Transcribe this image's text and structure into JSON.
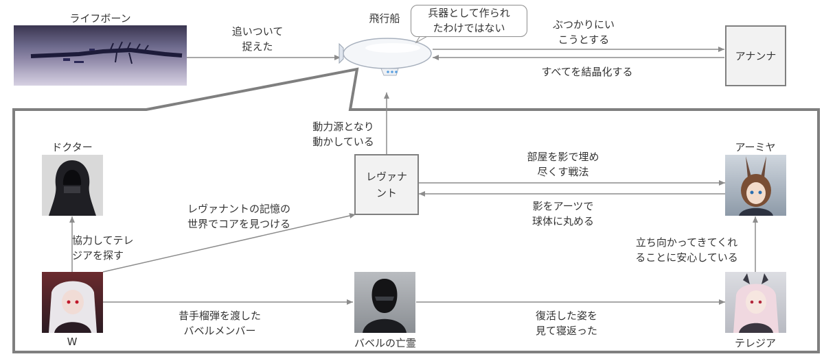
{
  "nodes": {
    "lifebone": "ライフボーン",
    "airship": "飛行船",
    "anannna": "アナンナ",
    "doctor": "ドクター",
    "revenant": "レヴァナント",
    "amiya": "アーミヤ",
    "w": "W",
    "babel_ghost": "バベルの亡霊",
    "theresa": "テレジア"
  },
  "bubble": [
    "兵器として作られ",
    "たわけではない"
  ],
  "edges": {
    "lifebone_airship": [
      "追いついて",
      "捉えた"
    ],
    "airship_anannna": [
      "ぶつかりにい",
      "こうとする"
    ],
    "anannna_airship": [
      "すべてを結晶化する"
    ],
    "revenant_airship": [
      "動力源となり",
      "動かしている"
    ],
    "revenant_amiya": [
      "部屋を影で埋め",
      "尽くす戦法"
    ],
    "amiya_revenant": [
      "影をアーツで",
      "球体に丸める"
    ],
    "w_doctor": [
      "協力してテレ",
      "ジアを探す"
    ],
    "w_revenant": [
      "レヴァナントの記憶の",
      "世界でコアを見つける"
    ],
    "theresa_amiya": [
      "立ち向かってきてくれ",
      "ることに安心している"
    ],
    "w_babel": [
      "昔手榴弾を渡した",
      "バベルメンバー"
    ],
    "babel_theresa": [
      "復活した姿を",
      "見て寝返った"
    ]
  },
  "colors": {
    "line": "#8c8c8c",
    "frame": "#7f7f7f",
    "box_fill": "#f2f2f2",
    "text": "#333333"
  }
}
